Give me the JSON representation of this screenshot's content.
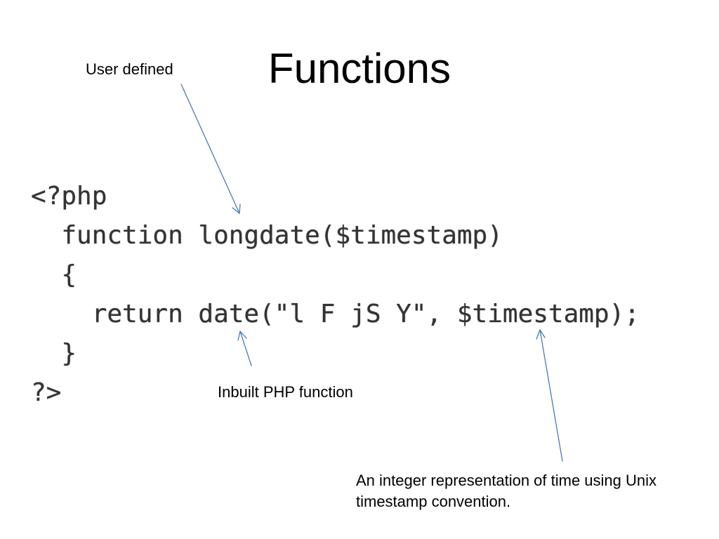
{
  "slide": {
    "title": "Functions"
  },
  "annotations": {
    "user_defined": "User defined",
    "inbuilt_function": "Inbuilt PHP function",
    "timestamp_note": "An integer representation of time using Unix timestamp convention."
  },
  "code": {
    "lines": [
      "<?php",
      "  function longdate($timestamp)",
      "  {",
      "    return date(\"l F jS Y\", $timestamp);",
      "  }",
      "?>"
    ]
  },
  "colors": {
    "arrow": "#4a7ab8",
    "code_text": "#333333",
    "text": "#000000",
    "background": "#ffffff"
  }
}
